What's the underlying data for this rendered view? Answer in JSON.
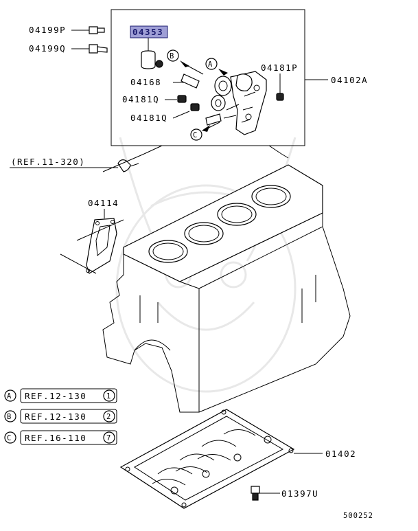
{
  "diagram": {
    "highlight_part": "04353",
    "parts": [
      {
        "id": "p04199P",
        "label": "04199P"
      },
      {
        "id": "p04199Q",
        "label": "04199Q"
      },
      {
        "id": "p04168",
        "label": "04168"
      },
      {
        "id": "p04181Q_a",
        "label": "04181Q"
      },
      {
        "id": "p04181Q_b",
        "label": "04181Q"
      },
      {
        "id": "p04181P",
        "label": "04181P"
      },
      {
        "id": "p04102A",
        "label": "04102A"
      },
      {
        "id": "p04114",
        "label": "04114"
      },
      {
        "id": "p01402",
        "label": "01402"
      },
      {
        "id": "p01397U",
        "label": "01397U"
      }
    ],
    "ref_label": "(REF.11-320)",
    "callout_markers": [
      "A",
      "B",
      "C"
    ],
    "references": [
      {
        "marker": "A",
        "text": "REF.12-130",
        "num": "1"
      },
      {
        "marker": "B",
        "text": "REF.12-130",
        "num": "2"
      },
      {
        "marker": "C",
        "text": "REF.16-110",
        "num": "7"
      }
    ],
    "diagram_id": "500252"
  },
  "colors": {
    "highlight_bg": "#9f9fd6",
    "line": "#000000",
    "watermark": "#e6e6e6"
  }
}
